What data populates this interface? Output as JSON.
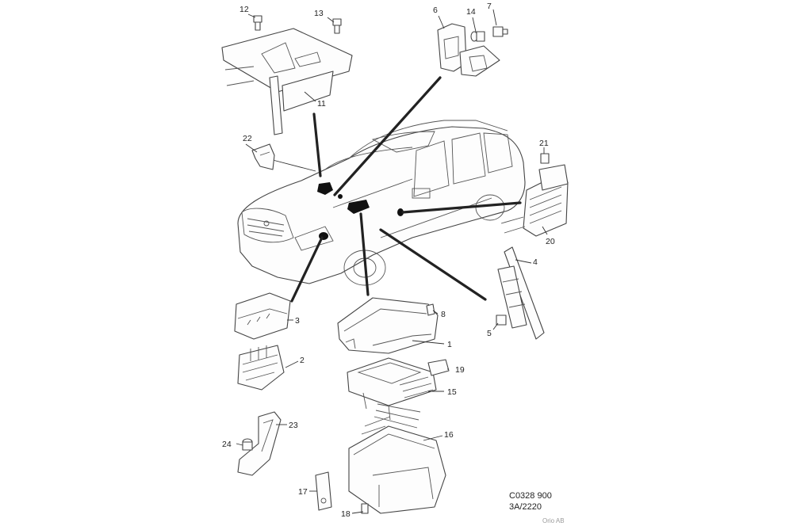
{
  "callouts": [
    "1",
    "2",
    "3",
    "4",
    "5",
    "6",
    "7",
    "8",
    "11",
    "12",
    "13",
    "14",
    "15",
    "16",
    "17",
    "18",
    "19",
    "20",
    "21",
    "22",
    "23",
    "24"
  ],
  "drawing_ref": {
    "line1": "C0328 900",
    "line2": "3A/2220"
  },
  "watermark": "Orio AB"
}
